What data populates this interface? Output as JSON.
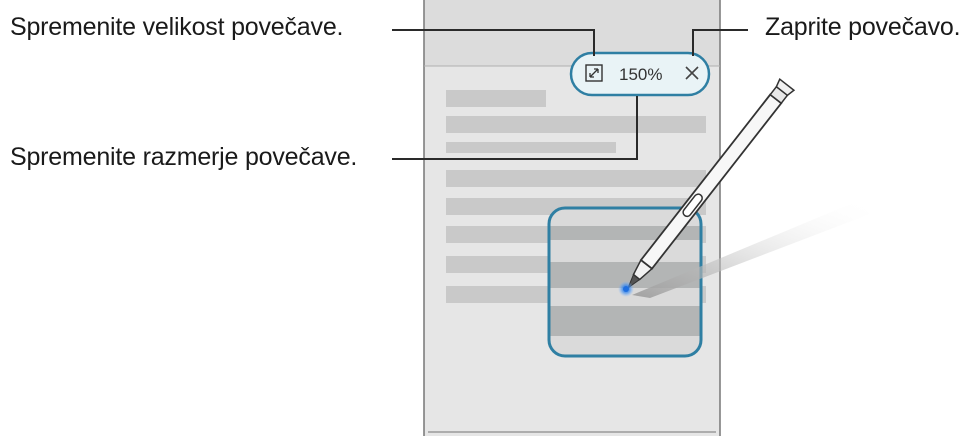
{
  "callouts": {
    "resize": "Spremenite velikost povečave.",
    "close": "Zaprite povečavo.",
    "ratio": "Spremenite razmerje povečave."
  },
  "magnifier_toolbar": {
    "zoom_level": "150%",
    "resize_icon": "expand-arrows-icon",
    "close_icon": "close-x-icon"
  },
  "colors": {
    "accent": "#2f7fa3",
    "toolbar_bg": "#e9f3f6",
    "phone_bg": "#e6e6e6",
    "text_lines": "#c9c9c9",
    "magnified_lines": "#b3b5b5",
    "pen_tip_glow": "#1f6fe0"
  }
}
